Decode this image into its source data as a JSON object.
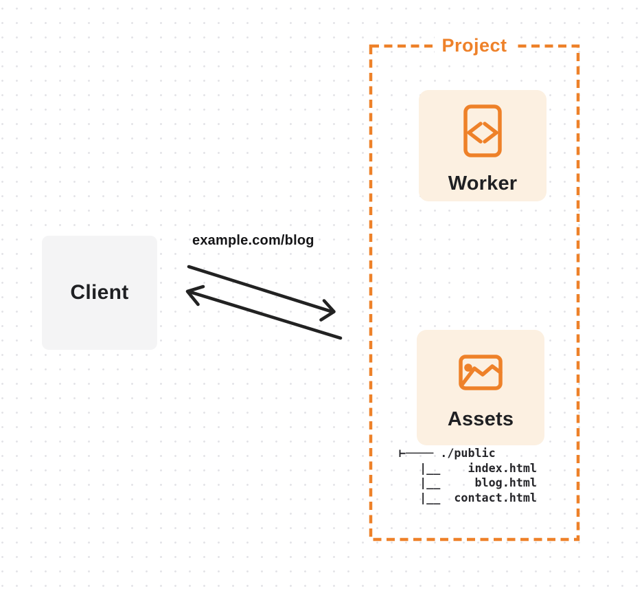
{
  "palette": {
    "accent": "#EE8129",
    "card_bg": "#FCF0E1",
    "client_bg": "#F4F4F5",
    "ink": "#1F2023",
    "arrow_color": "#222222",
    "dot_color": "#E3E3E7"
  },
  "client": {
    "label": "Client"
  },
  "request": {
    "url_label": "example.com/blog"
  },
  "project": {
    "label": "Project",
    "worker": {
      "label": "Worker",
      "icon": "code-file-icon"
    },
    "assets": {
      "label": "Assets",
      "icon": "image-icon",
      "file_tree": [
        "⊢──── ./public",
        "   |__    index.html",
        "   |__     blog.html",
        "   |__  contact.html"
      ]
    }
  }
}
